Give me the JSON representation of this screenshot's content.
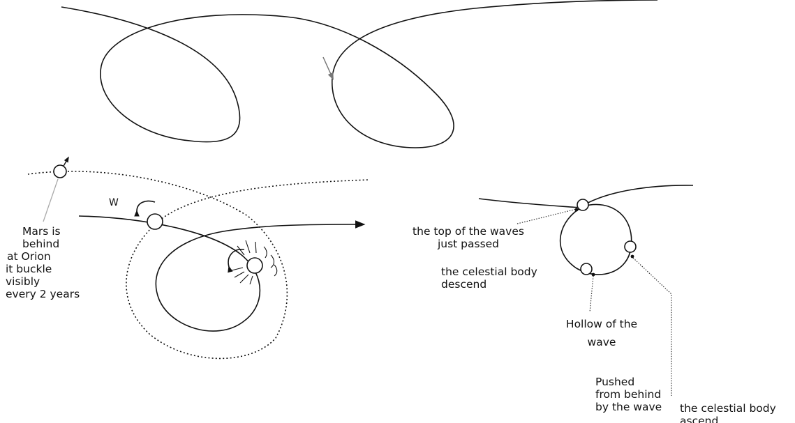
{
  "labels": {
    "mars_note": [
      "Mars is",
      "behind",
      "at Orion",
      "it buckle",
      "visibly",
      "every 2 years"
    ],
    "w_mark": "W",
    "top_of_waves": [
      "the top of the waves",
      "just passed"
    ],
    "body_descend": [
      "the celestial body",
      "descend"
    ],
    "hollow": [
      "Hollow of the",
      "wave"
    ],
    "pushed": [
      "Pushed",
      "from behind",
      "by the wave"
    ],
    "body_ascend": [
      "the celestial body",
      "ascend"
    ]
  },
  "colors": {
    "ink": "#111111",
    "pointer_line": "#aaaaaa",
    "small_arrow": "#777777"
  }
}
